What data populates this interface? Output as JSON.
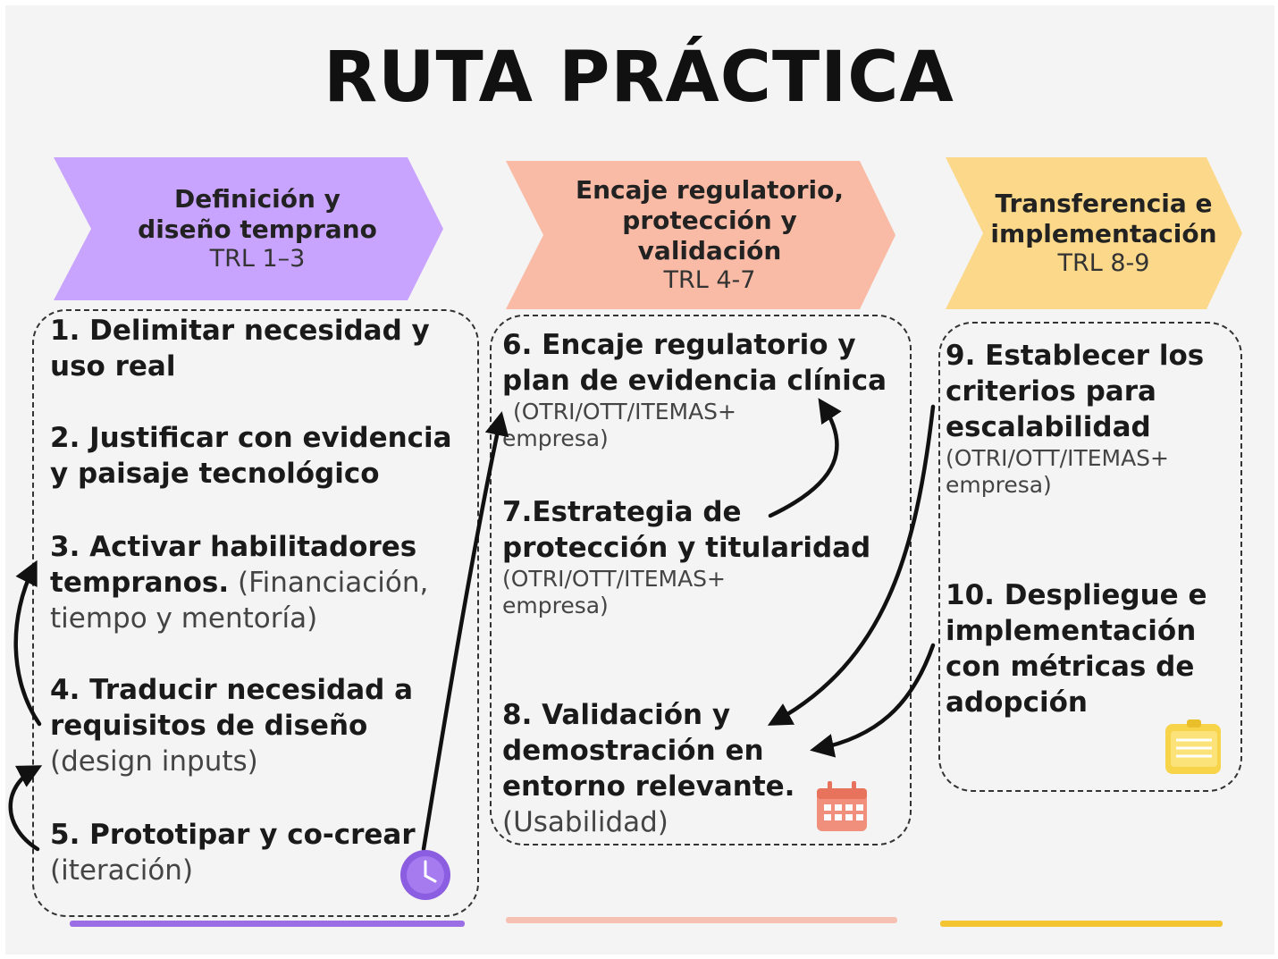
{
  "title": "RUTA PRÁCTICA",
  "colors": {
    "phase1": "#c9a4ff",
    "phase2": "#f9bba5",
    "phase3": "#fcd88a",
    "line1": "#9b6ee6",
    "line2": "#f6c0b3",
    "line3": "#f2c531",
    "icon_clock": "#8b5de0",
    "icon_calendar": "#f0907c",
    "icon_notes": "#f7d44a"
  },
  "phases": [
    {
      "title_lines": [
        "Definición y",
        "diseño temprano"
      ],
      "trl": "TRL 1–3"
    },
    {
      "title_lines": [
        "Encaje regulatorio,",
        "protección y",
        "validación"
      ],
      "trl": "TRL 4-7"
    },
    {
      "title_lines": [
        "Transferencia e",
        "implementación"
      ],
      "trl": "TRL 8-9"
    }
  ],
  "steps": {
    "s1": {
      "lines": [
        "1. Delimitar necesidad y",
        "uso real"
      ]
    },
    "s2": {
      "lines": [
        "2. Justificar con evidencia",
        "y paisaje tecnológico"
      ]
    },
    "s3": {
      "bold1": "3. Activar habilitadores",
      "bold2": "tempranos.",
      "note1": " (Financiación,",
      "note2": "tiempo y mentoría)"
    },
    "s4": {
      "lines": [
        "4. Traducir necesidad a",
        "requisitos de diseño"
      ],
      "note": "(design inputs)"
    },
    "s5": {
      "bold": "5. Prototipar y co-crear",
      "note": "(iteración)"
    },
    "s6": {
      "lines": [
        "6. Encaje regulatorio y",
        "plan de evidencia clínica"
      ],
      "note1": "(OTRI/OTT/ITEMAS+",
      "note2": "empresa)"
    },
    "s7": {
      "lines": [
        "7.Estrategia de",
        "protección y titularidad"
      ],
      "note1": "(OTRI/OTT/ITEMAS+",
      "note2": "empresa)"
    },
    "s8": {
      "lines": [
        "8. Validación y",
        "demostración en",
        "entorno relevante."
      ],
      "note": "(Usabilidad)"
    },
    "s9": {
      "lines": [
        "9. Establecer los",
        "criterios para",
        "escalabilidad"
      ],
      "note1": "(OTRI/OTT/ITEMAS+",
      "note2": "empresa)"
    },
    "s10": {
      "lines": [
        "10. Despliegue e",
        "implementación",
        "con métricas de",
        "adopción"
      ]
    }
  },
  "icons": [
    "clock-icon",
    "calendar-icon",
    "notes-icon"
  ]
}
